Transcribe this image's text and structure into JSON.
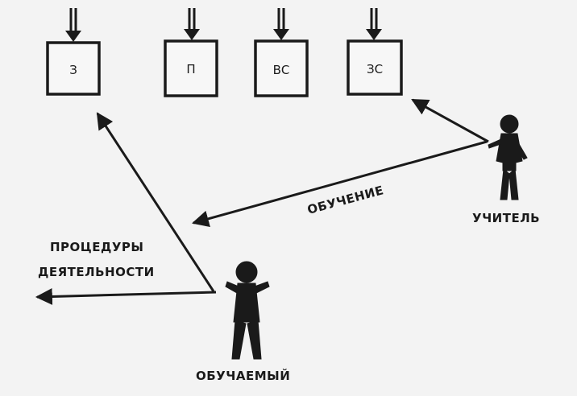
{
  "boxes": [
    {
      "label": "З"
    },
    {
      "label": "П"
    },
    {
      "label": "ВС"
    },
    {
      "label": "ЗС"
    }
  ],
  "labels": {
    "teacher": "УЧИТЕЛЬ",
    "learner": "ОБУЧАЕМЫЙ",
    "teaching": "ОБУЧЕНИЕ",
    "procedures_line1": "ПРОЦЕДУРЫ",
    "procedures_line2": "ДЕЯТЕЛЬНОСТИ"
  },
  "colors": {
    "ink": "#1a1a1a",
    "background": "#f3f3f3"
  }
}
